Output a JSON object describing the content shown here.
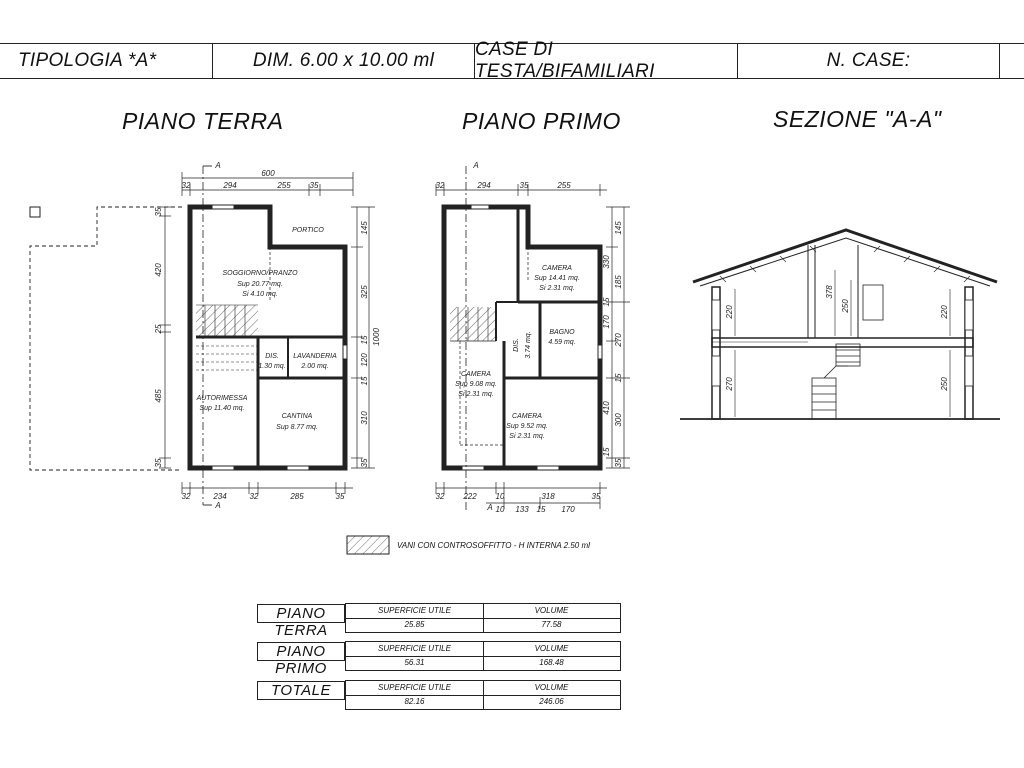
{
  "header": {
    "tipologia": "TIPOLOGIA *A*",
    "dimensions": "DIM. 6.00 x 10.00 ml",
    "case_type": "CASE DI TESTA/BIFAMILIARI",
    "n_case": "N. CASE:"
  },
  "titles": {
    "piano_terra": "PIANO TERRA",
    "piano_primo": "PIANO PRIMO",
    "sezione": "SEZIONE \"A-A\""
  },
  "ground_floor": {
    "section_marker": "A",
    "dims_top_total": "600",
    "dims_top": [
      "32",
      "294",
      "35",
      "255"
    ],
    "dims_bottom": [
      "32",
      "234",
      "32",
      "285",
      "35"
    ],
    "dims_right": [
      "145",
      "325",
      "15",
      "120",
      "15",
      "310",
      "35"
    ],
    "dims_right_total": "1000",
    "dims_left": [
      "35",
      "420",
      "25",
      "485",
      "35"
    ],
    "rooms": {
      "soggiorno": {
        "name": "SOGGIORNO/PRANZO",
        "sup": "Sup 20.77 mq.",
        "si": "Si 4.10 mq."
      },
      "portico": {
        "name": "PORTICO"
      },
      "dis": {
        "name": "DIS.",
        "sup": "1.30 mq."
      },
      "lavanderia": {
        "name": "LAVANDERIA",
        "sup": "2.00 mq."
      },
      "autorimessa": {
        "name": "AUTORIMESSA",
        "sup": "Sup 11.40 mq."
      },
      "cantina": {
        "name": "CANTINA",
        "sup": "Sup 8.77 mq."
      }
    }
  },
  "first_floor": {
    "section_marker": "A",
    "dims_top": [
      "32",
      "294",
      "35",
      "255"
    ],
    "dims_bottom": [
      "32",
      "222",
      "10",
      "318",
      "35"
    ],
    "dims_bottom2": [
      "10",
      "133",
      "15",
      "170"
    ],
    "dims_right": [
      "145",
      "330",
      "185",
      "15",
      "170",
      "270",
      "15",
      "410",
      "300",
      "15",
      "35"
    ],
    "rooms": {
      "camera1": {
        "name": "CAMERA",
        "sup": "Sup 14.41 mq.",
        "si": "Si 2.31 mq."
      },
      "bagno": {
        "name": "BAGNO",
        "sup": "4.59 mq."
      },
      "dis": {
        "name": "DIS.",
        "sup": "3.74 mq."
      },
      "camera2": {
        "name": "CAMERA",
        "sup": "Sup 9.08 mq.",
        "si": "Si 2.31 mq."
      },
      "camera3": {
        "name": "CAMERA",
        "sup": "Sup 9.52 mq.",
        "si": "Si 2.31 mq."
      }
    }
  },
  "section": {
    "heights": [
      "220",
      "378",
      "250",
      "220",
      "270",
      "250"
    ]
  },
  "legend": {
    "text": "VANI CON CONTROSOFFITTO - H INTERNA 2.50 ml"
  },
  "summary": {
    "col_superficie": "SUPERFICIE UTILE",
    "col_volume": "VOLUME",
    "rows": [
      {
        "label": "PIANO TERRA",
        "superficie": "25.85",
        "volume": "77.58"
      },
      {
        "label": "PIANO PRIMO",
        "superficie": "56.31",
        "volume": "168.48"
      },
      {
        "label": "TOTALE",
        "superficie": "82.16",
        "volume": "246.06"
      }
    ]
  }
}
